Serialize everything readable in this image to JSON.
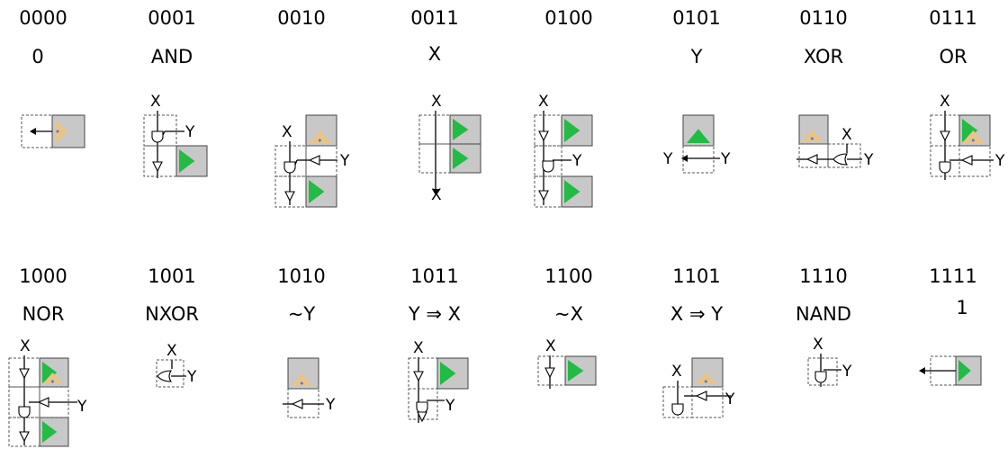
{
  "functions": [
    {
      "code": "0000",
      "name": "0"
    },
    {
      "code": "0001",
      "name": "AND"
    },
    {
      "code": "0010",
      "name": ""
    },
    {
      "code": "0011",
      "name": "X"
    },
    {
      "code": "0100",
      "name": ""
    },
    {
      "code": "0101",
      "name": "Y"
    },
    {
      "code": "0110",
      "name": "XOR"
    },
    {
      "code": "0111",
      "name": "OR"
    },
    {
      "code": "1000",
      "name": "NOR"
    },
    {
      "code": "1001",
      "name": "NXOR"
    },
    {
      "code": "1010",
      "name": "~Y"
    },
    {
      "code": "1011",
      "name": "Y ⇒ X"
    },
    {
      "code": "1100",
      "name": "~X"
    },
    {
      "code": "1101",
      "name": "X ⇒ Y"
    },
    {
      "code": "1110",
      "name": "NAND"
    },
    {
      "code": "1111",
      "name": "1"
    }
  ],
  "signals": {
    "x": "X",
    "y": "Y"
  },
  "colors": {
    "cell_fill": "#c8c8c8",
    "source_green": "#22bb44",
    "source_tan": "#e8c48a",
    "dot_blue": "#5577cc",
    "line": "#000000",
    "dashed": "#555555"
  }
}
